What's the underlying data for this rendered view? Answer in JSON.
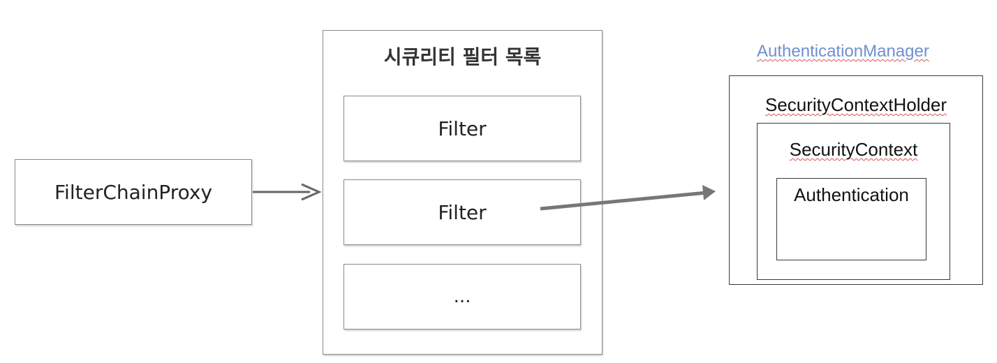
{
  "proxy": {
    "label": "FilterChainProxy"
  },
  "filter_list": {
    "title": "시큐리티 필터 목록",
    "items": [
      {
        "label": "Filter"
      },
      {
        "label": "Filter"
      },
      {
        "label": "..."
      }
    ]
  },
  "auth": {
    "manager_label": "AuthenticationManager",
    "holder_label": "SecurityContextHolder",
    "context_label": "SecurityContext",
    "authentication_label": "Authentication"
  },
  "colors": {
    "manager_text": "#6f8fcf",
    "arrow": "#707070",
    "spellcheck_underline": "#e05050"
  }
}
